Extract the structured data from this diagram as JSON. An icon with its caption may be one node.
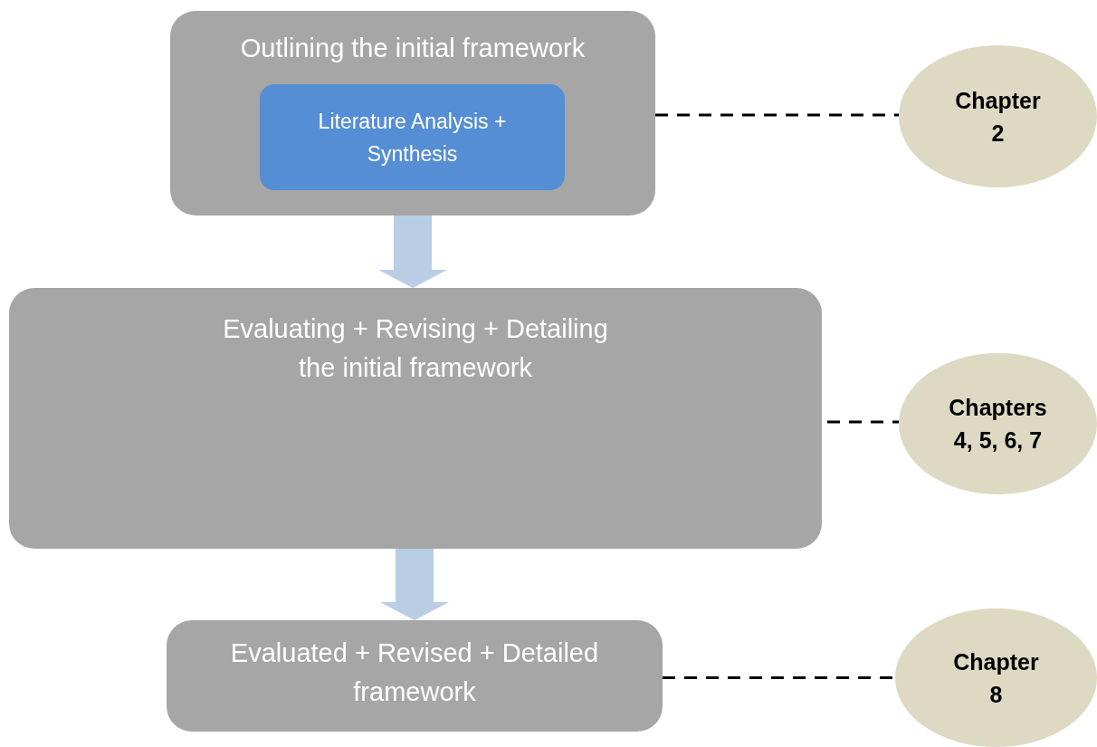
{
  "diagram": {
    "nodes": [
      {
        "text": [
          "Outlining the initial framework"
        ]
      },
      {
        "text": [
          "Literature Analysis + Synthesis"
        ],
        "in": 0
      },
      {
        "text": [
          "Chapter 2"
        ]
      },
      {
        "text": [
          "Evaluating + Revising + Detailing the initial framework"
        ]
      },
      {
        "text": [
          "Chapters 4, 5, 6, 7"
        ]
      },
      {
        "text": [
          "Evaluated + Revised + Detailed framework"
        ]
      },
      {
        "text": [
          "Chapter 8"
        ]
      }
    ],
    "edges": [
      {
        "from": 0,
        "to": 3,
        "arrow": "to",
        "style": "thick",
        "color": "#b9cde5"
      },
      {
        "from": 3,
        "to": 5,
        "arrow": "to",
        "style": "thick",
        "color": "#b9cde5"
      },
      {
        "from": 0,
        "to": 2,
        "arrow": "none",
        "style": "dashed"
      },
      {
        "from": 3,
        "to": 4,
        "arrow": "none",
        "style": "dashed"
      },
      {
        "from": 5,
        "to": 6,
        "arrow": "none",
        "style": "dashed"
      }
    ]
  }
}
